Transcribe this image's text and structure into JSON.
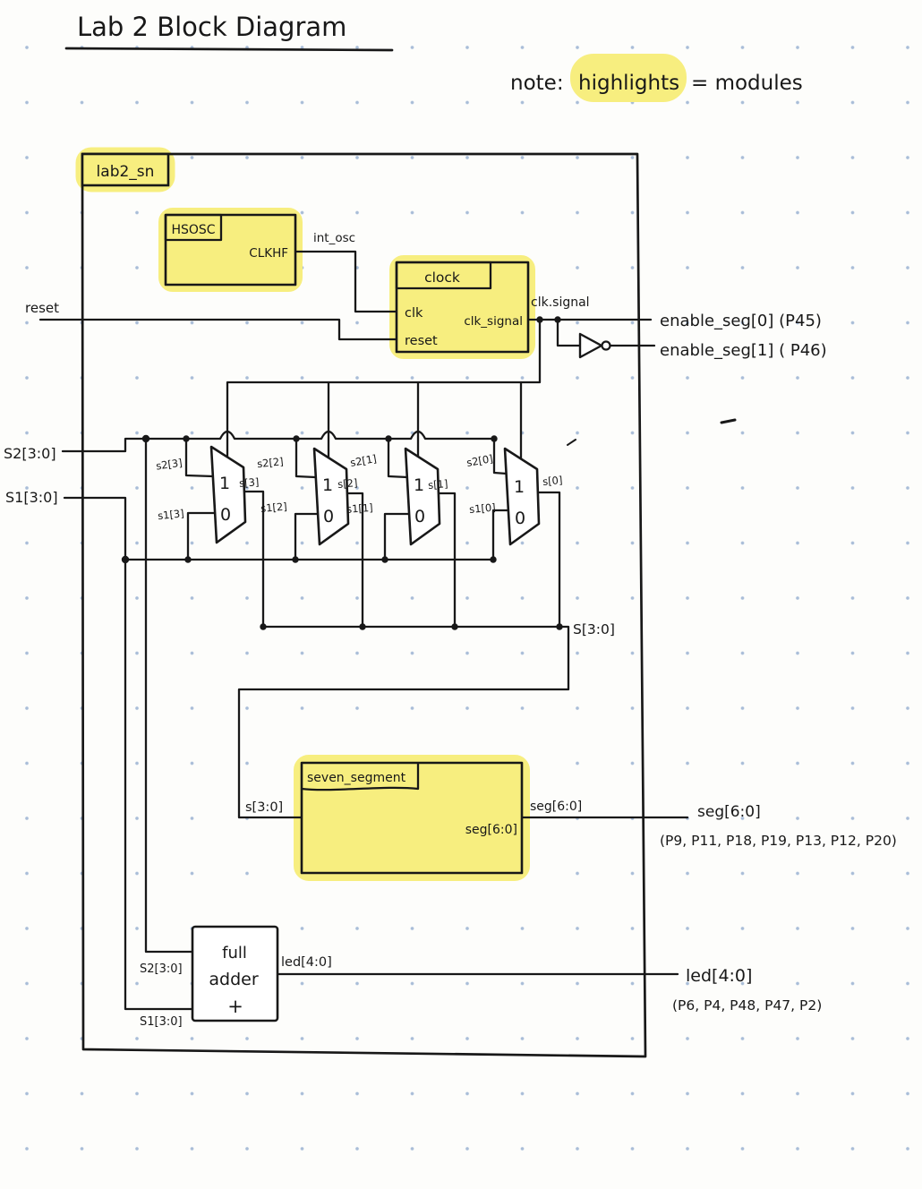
{
  "title": "Lab 2 Block Diagram",
  "note": {
    "prefix": "note:",
    "highlighted_word": "highlights",
    "suffix": "= modules"
  },
  "colors": {
    "highlight_yellow": "#f7ee7f",
    "ink": "#181818",
    "grid_dot_blue": "#a9bdd8",
    "paper": "#fdfdfb"
  },
  "top_module": {
    "label": "lab2_sn"
  },
  "hsosc": {
    "label": "HSOSC",
    "output_port": "CLKHF",
    "wire_label": "int_osc"
  },
  "clock": {
    "label": "clock",
    "input_clk": "clk",
    "input_reset": "reset",
    "output_port": "clk_signal",
    "wire_label": "clk.signal"
  },
  "inputs": {
    "reset": "reset",
    "s2_bus": "S2[3:0]",
    "s1_bus": "S1[3:0]"
  },
  "outputs": {
    "enable_seg0": "enable_seg[0]  (P45)",
    "enable_seg1": "enable_seg[1] ( P46)",
    "seg_bus": "seg[6:0]",
    "seg_pins": "(P9, P11, P18, P19, P13, P12, P20)",
    "led_bus": "led[4:0]",
    "led_pins": "(P6, P4, P48, P47, P2)"
  },
  "muxes": [
    {
      "in1": "s2[3]",
      "in0": "s1[3]",
      "out": "s[3]",
      "one": "1",
      "zero": "0"
    },
    {
      "in1": "s2[2]",
      "in0": "s1[2]",
      "out": "s[2]",
      "one": "1",
      "zero": "0"
    },
    {
      "in1": "s2[1]",
      "in0": "s1[1]",
      "out": "s[1]",
      "one": "1",
      "zero": "0"
    },
    {
      "in1": "s2[0]",
      "in0": "s1[0]",
      "out": "s[0]",
      "one": "1",
      "zero": "0"
    }
  ],
  "s_bus": {
    "label_right": "S[3:0]",
    "label_input": "s[3:0]"
  },
  "seven_segment": {
    "label": "seven_segment",
    "output_port": "seg[6:0]",
    "wire_label": "seg[6:0]"
  },
  "full_adder": {
    "line1": "full",
    "line2": "adder",
    "line3": "+",
    "input_top": "S2[3:0]",
    "input_bottom": "S1[3:0]",
    "output_label": "led[4:0]"
  }
}
